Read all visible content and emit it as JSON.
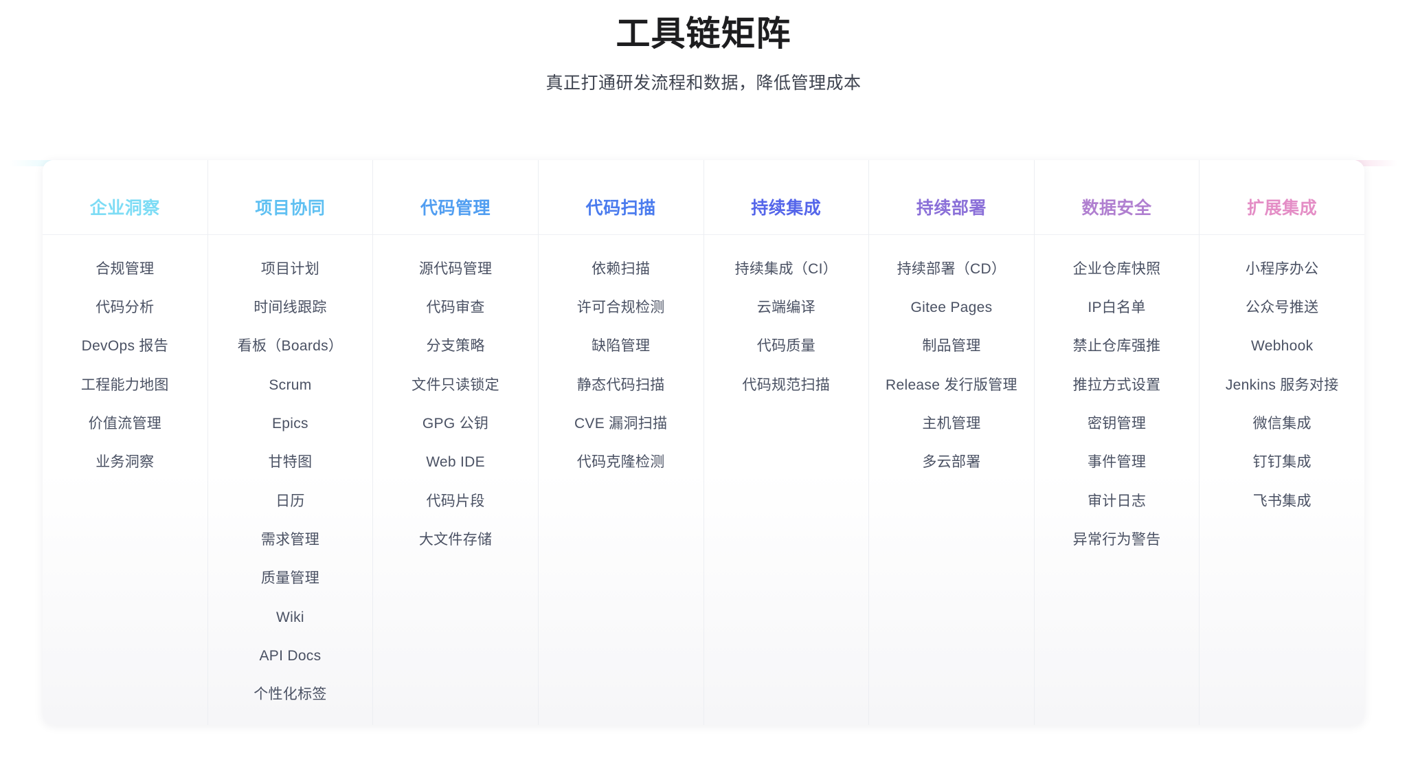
{
  "header": {
    "title": "工具链矩阵",
    "subtitle": "真正打通研发流程和数据，降低管理成本"
  },
  "rail": {
    "gradient_start": "#7fe3f6",
    "gradient_mid": "#5566ea",
    "gradient_end": "#e6a0c8"
  },
  "columns": [
    {
      "icon": "eye-insight-icon",
      "color": "#7ddcf5",
      "title": "企业洞察",
      "items": [
        "合规管理",
        "代码分析",
        "DevOps 报告",
        "工程能力地图",
        "价值流管理",
        "业务洞察"
      ]
    },
    {
      "icon": "project-orbit-icon",
      "color": "#5fc0f2",
      "title": "项目协同",
      "items": [
        "项目计划",
        "时间线跟踪",
        "看板（Boards）",
        "Scrum",
        "Epics",
        "甘特图",
        "日历",
        "需求管理",
        "质量管理",
        "Wiki",
        "API Docs",
        "个性化标签"
      ]
    },
    {
      "icon": "code-window-icon",
      "color": "#519ef1",
      "title": "代码管理",
      "items": [
        "源代码管理",
        "代码审查",
        "分支策略",
        "文件只读锁定",
        "GPG 公钥",
        "Web IDE",
        "代码片段",
        "大文件存储"
      ]
    },
    {
      "icon": "scan-magnifier-icon",
      "color": "#4a7bee",
      "title": "代码扫描",
      "items": [
        "依赖扫描",
        "许可合规检测",
        "缺陷管理",
        "静态代码扫描",
        "CVE 漏洞扫描",
        "代码克隆检测"
      ]
    },
    {
      "icon": "ci-infinity-icon",
      "color": "#5566ea",
      "title": "持续集成",
      "items": [
        "持续集成（CI）",
        "云端编译",
        "代码质量",
        "代码规范扫描"
      ]
    },
    {
      "icon": "rocket-icon",
      "color": "#8a6fd8",
      "title": "持续部署",
      "items": [
        "持续部署（CD）",
        "Gitee Pages",
        "制品管理",
        "Release 发行版管理",
        "主机管理",
        "多云部署"
      ]
    },
    {
      "icon": "shield-check-icon",
      "color": "#b07fd0",
      "title": "数据安全",
      "items": [
        "企业仓库快照",
        "IP白名单",
        "禁止仓库强推",
        "推拉方式设置",
        "密钥管理",
        "事件管理",
        "审计日志",
        "异常行为警告"
      ]
    },
    {
      "icon": "integration-nodes-icon",
      "color": "#e48ec6",
      "title": "扩展集成",
      "items": [
        "小程序办公",
        "公众号推送",
        "Webhook",
        "Jenkins 服务对接",
        "微信集成",
        "钉钉集成",
        "飞书集成"
      ]
    }
  ]
}
